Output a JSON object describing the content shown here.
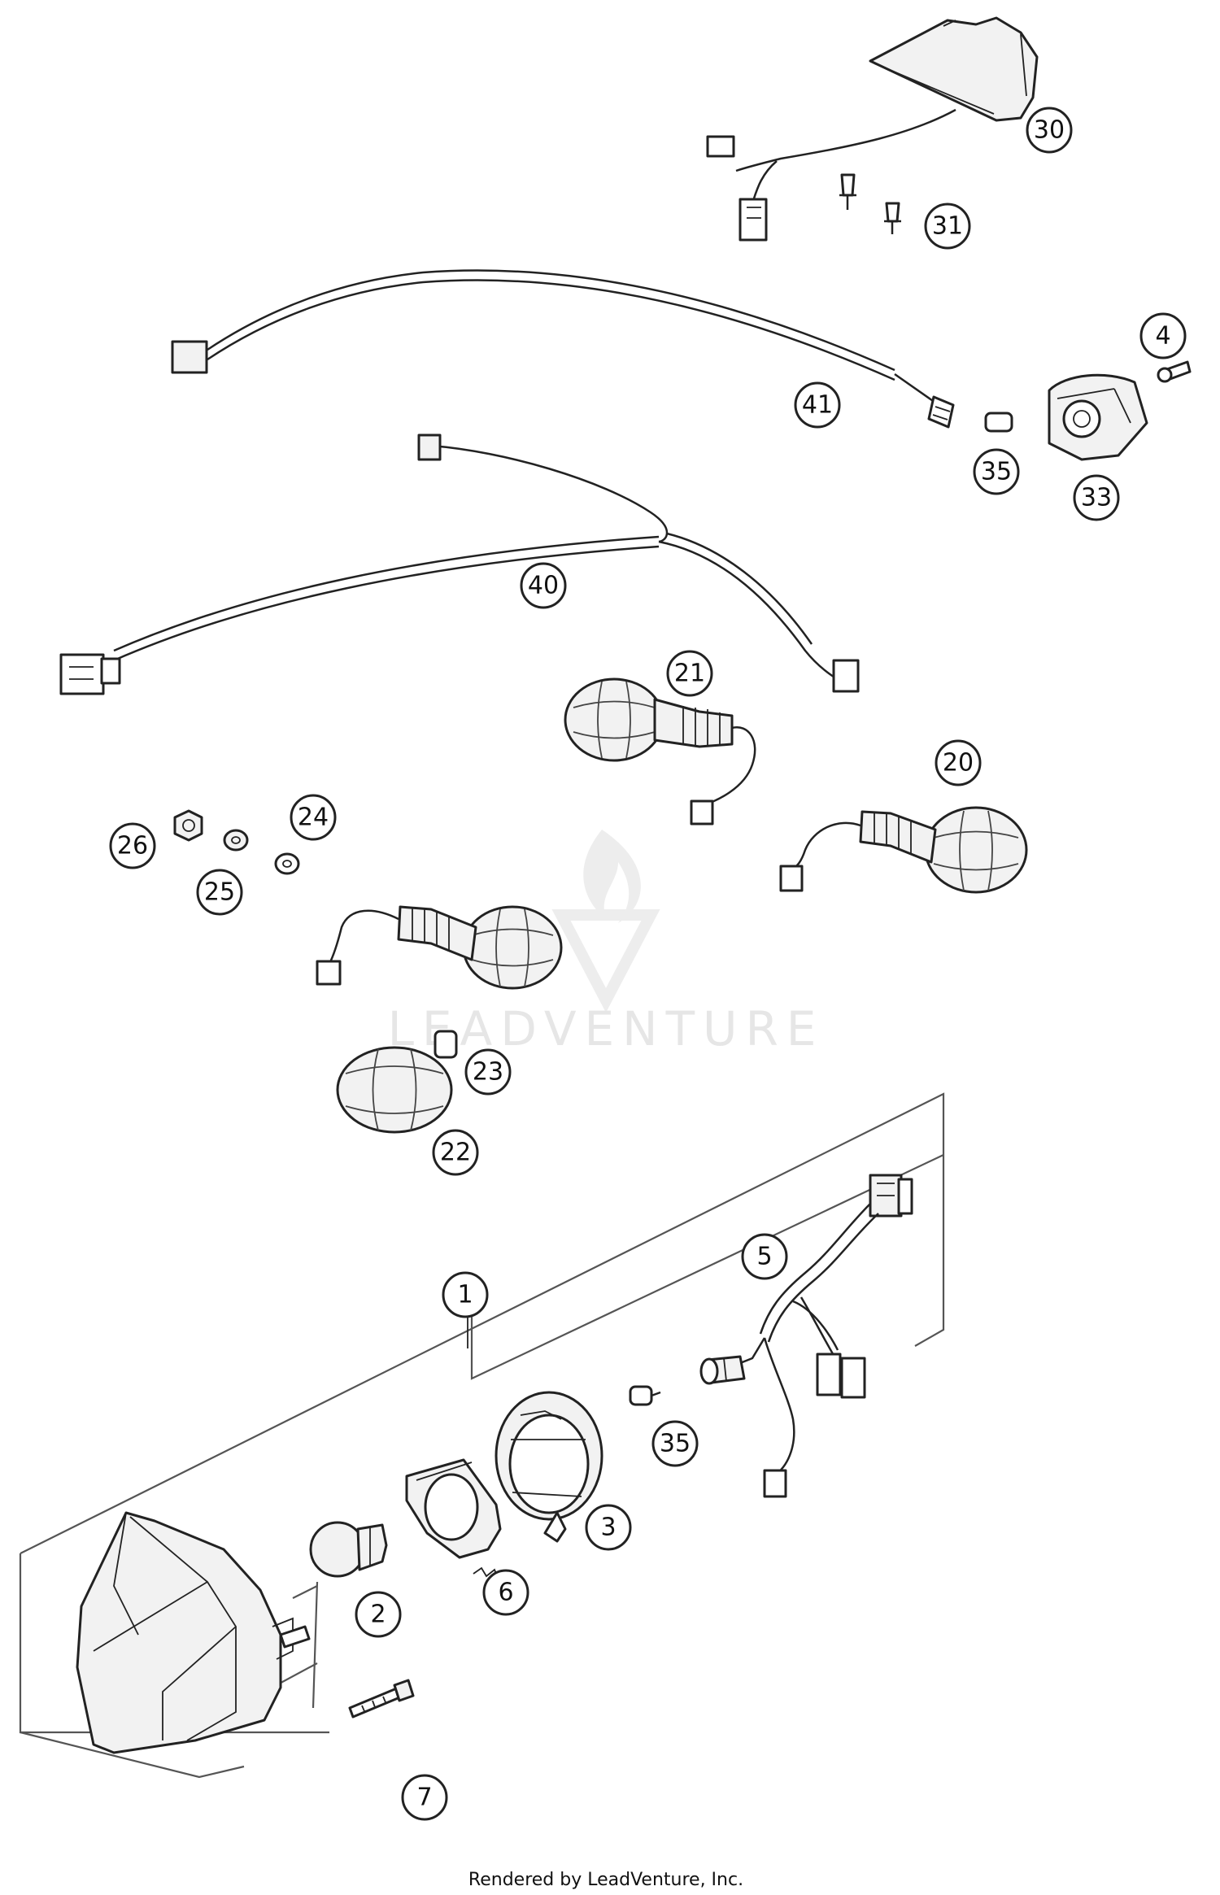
{
  "watermark": "LEADVENTURE",
  "footer": "Rendered by LeadVenture, Inc.",
  "callouts": {
    "c30": "30",
    "c31": "31",
    "c4": "4",
    "c41": "41",
    "c35a": "35",
    "c33": "33",
    "c40": "40",
    "c21": "21",
    "c20": "20",
    "c24": "24",
    "c26": "26",
    "c25": "25",
    "c23": "23",
    "c22": "22",
    "c1": "1",
    "c5": "5",
    "c35b": "35",
    "c3": "3",
    "c2": "2",
    "c6": "6",
    "c7": "7"
  }
}
